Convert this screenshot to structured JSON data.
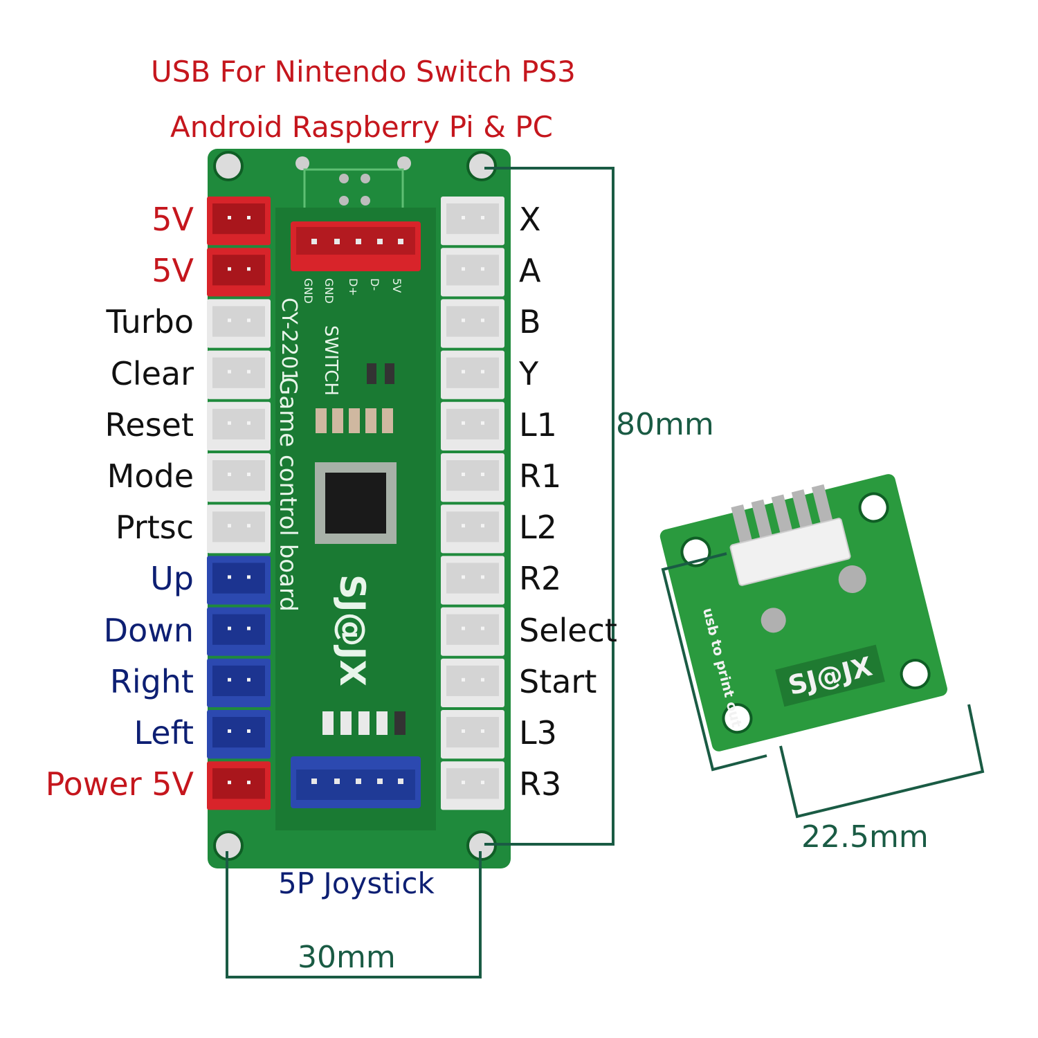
{
  "title": {
    "line1": "USB For Nintendo Switch PS3",
    "line2": "Android Raspberry Pi & PC"
  },
  "left_pins": [
    {
      "label": "5V",
      "color": "red"
    },
    {
      "label": "5V",
      "color": "red"
    },
    {
      "label": "Turbo",
      "color": "white"
    },
    {
      "label": "Clear",
      "color": "white"
    },
    {
      "label": "Reset",
      "color": "white"
    },
    {
      "label": "Mode",
      "color": "white"
    },
    {
      "label": "Prtsc",
      "color": "white"
    },
    {
      "label": "Up",
      "color": "blue"
    },
    {
      "label": "Down",
      "color": "blue"
    },
    {
      "label": "Right",
      "color": "blue"
    },
    {
      "label": "Left",
      "color": "blue"
    },
    {
      "label": "Power 5V",
      "color": "red"
    }
  ],
  "right_pins": [
    "X",
    "A",
    "B",
    "Y",
    "L1",
    "R1",
    "L2",
    "R2",
    "Select",
    "Start",
    "L3",
    "R3"
  ],
  "board": {
    "name": "Game control board",
    "model": "CY-2201",
    "switch_text": "SWITCH",
    "brand": "SJ@JX",
    "usb_pins": [
      "GND",
      "GND",
      "D+",
      "D-",
      "5V"
    ],
    "joystick_label": "5P Joystick"
  },
  "small_board": {
    "brand": "SJ@JX",
    "silk_text": "usb to print out"
  },
  "dimensions": {
    "height": "80mm",
    "width": "30mm",
    "small_width": "22.5mm"
  },
  "colors": {
    "pcb": "#1f8a3c",
    "pcb_dark": "#14702c",
    "red_conn": "#d8242a",
    "blue_conn": "#2c49b0",
    "white_conn": "#e9e9e9",
    "dim_line": "#1a5b44"
  }
}
